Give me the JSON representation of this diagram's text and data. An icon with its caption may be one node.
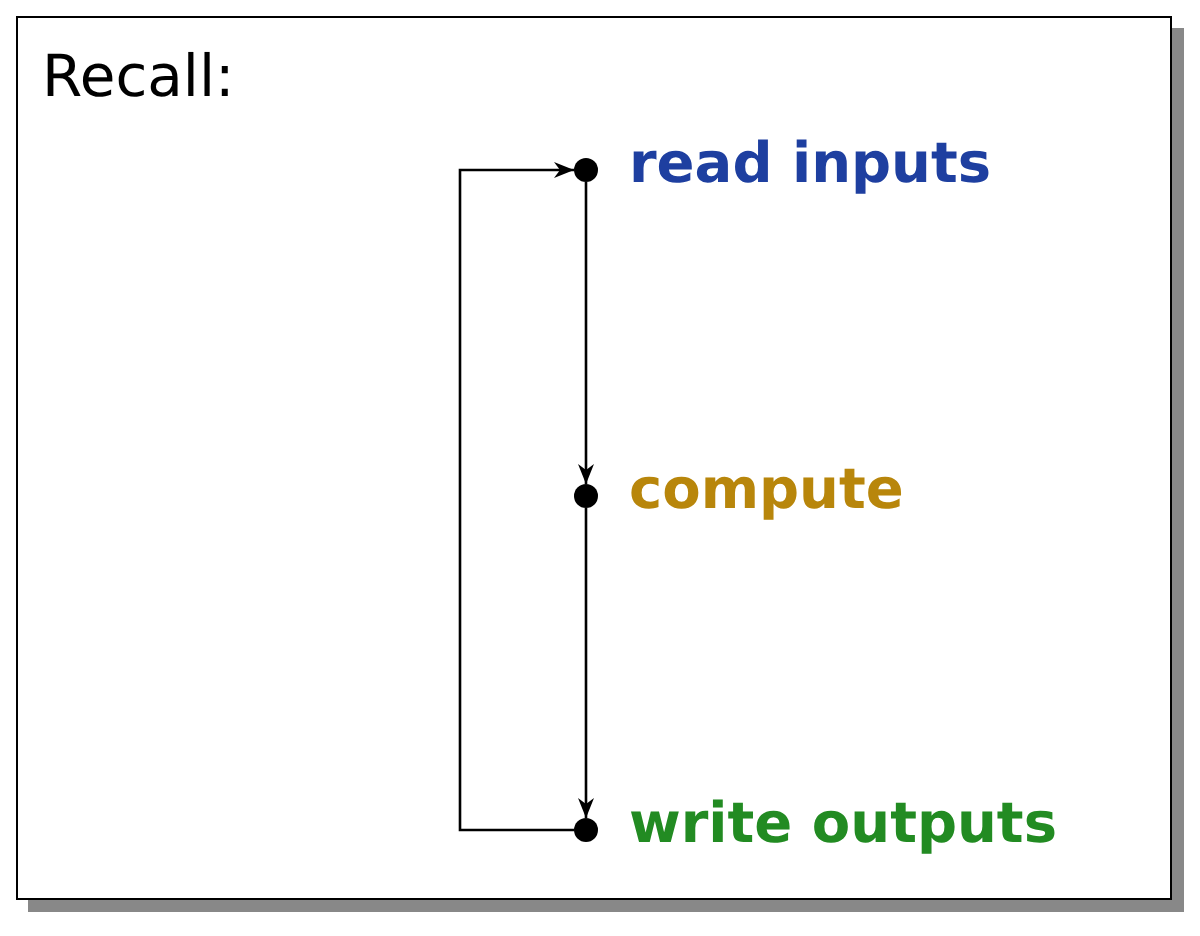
{
  "diagram": {
    "nodes": [
      {
        "text": [
          "Recall:"
        ]
      },
      {
        "text": [],
        "shape": "circle",
        "in": 0,
        "beside": [
          "read inputs"
        ]
      },
      {
        "text": [],
        "shape": "circle",
        "in": 0,
        "beside": [
          "compute"
        ]
      },
      {
        "text": [],
        "shape": "circle",
        "in": 0,
        "beside": [
          "write outputs"
        ]
      }
    ],
    "edges": [
      {
        "from": 1,
        "to": 2,
        "arrow": "to"
      },
      {
        "from": 2,
        "to": 3,
        "arrow": "to"
      },
      {
        "from": 3,
        "to": 1,
        "arrow": "to"
      }
    ]
  }
}
